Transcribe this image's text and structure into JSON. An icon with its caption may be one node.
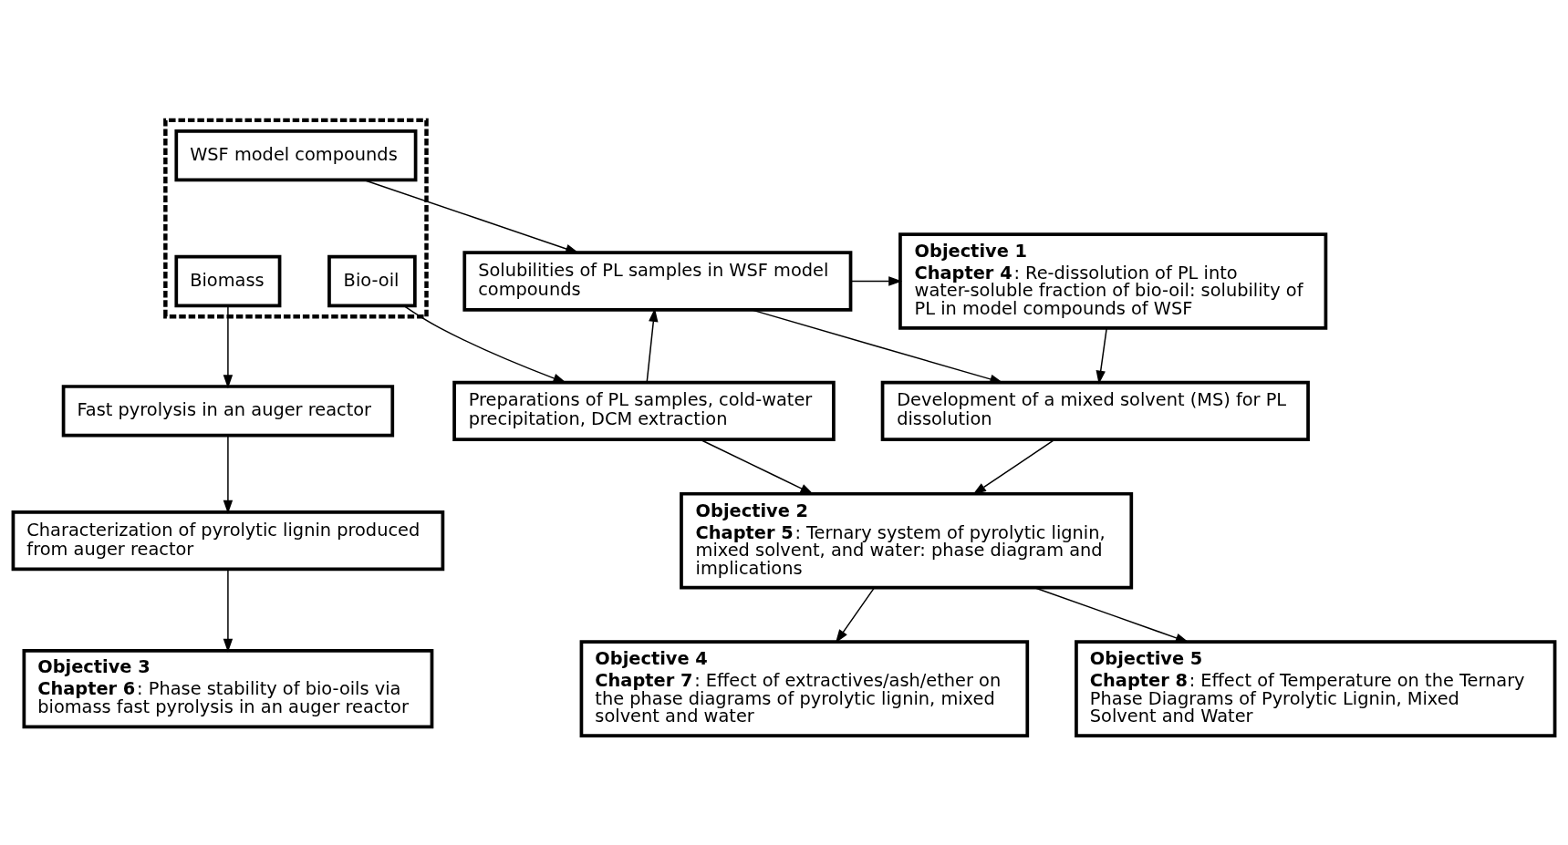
{
  "diagram": {
    "nodes": [
      {
        "text": [],
        "shape": "box"
      },
      {
        "text": [
          "Biomass"
        ],
        "in": 0
      },
      {
        "text": [
          "WSF model compounds"
        ],
        "in": 0
      },
      {
        "text": [
          "Bio-oil"
        ],
        "in": 0
      },
      {
        "text": [
          "Solubilities of PL samples in WSF model compounds"
        ]
      },
      {
        "text": [
          "Objective 1",
          "**Chapter 4**: Re-dissolution of PL into water-soluble fraction of bio-oil: solubility of PL in model compounds of WSF"
        ]
      },
      {
        "text": [
          "Fast pyrolysis in an auger reactor"
        ]
      },
      {
        "text": [
          "Preparations of PL samples, cold-water precipitation, DCM extraction"
        ]
      },
      {
        "text": [
          "Development of a mixed solvent (MS) for PL dissolution"
        ]
      },
      {
        "text": [
          "Characterization of pyrolytic lignin produced from auger reactor"
        ]
      },
      {
        "text": [
          "Objective 2",
          "**Chapter 5**: Ternary system of pyrolytic lignin, mixed solvent, and water: phase diagram and implications"
        ]
      },
      {
        "text": [
          "Objective 3",
          "**Chapter 6**: Phase stability of bio-oils via biomass fast pyrolysis in an auger reactor"
        ]
      },
      {
        "text": [
          "Objective 4",
          "**Chapter 7**: Effect of extractives/ash/ether on the phase diagrams of pyrolytic lignin, mixed solvent and water"
        ]
      },
      {
        "text": [
          "Objective 5",
          "**Chapter 8**: Effect of Temperature on the Ternary Phase Diagrams of Pyrolytic Lignin, Mixed Solvent and Water"
        ]
      }
    ],
    "edges": [
      {
        "from": 2,
        "to": 4,
        "arrow": "to"
      },
      {
        "from": 4,
        "to": 5,
        "arrow": "to"
      },
      {
        "from": 7,
        "to": 4,
        "arrow": "to"
      },
      {
        "from": 3,
        "to": 7,
        "arrow": "to"
      },
      {
        "from": 1,
        "to": 6,
        "arrow": "to"
      },
      {
        "from": 6,
        "to": 9,
        "arrow": "to"
      },
      {
        "from": 9,
        "to": 11,
        "arrow": "to"
      },
      {
        "from": 4,
        "to": 8,
        "arrow": "to"
      },
      {
        "from": 5,
        "to": 8,
        "arrow": "to"
      },
      {
        "from": 7,
        "to": 10,
        "arrow": "to"
      },
      {
        "from": 8,
        "to": 10,
        "arrow": "to"
      },
      {
        "from": 10,
        "to": 12,
        "arrow": "to"
      },
      {
        "from": 10,
        "to": 13,
        "arrow": "to"
      }
    ]
  }
}
